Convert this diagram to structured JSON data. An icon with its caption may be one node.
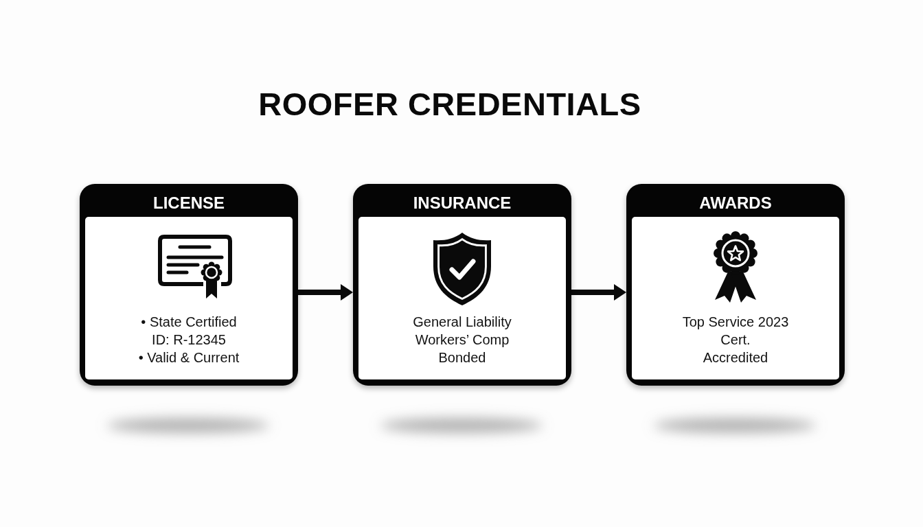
{
  "diagram": {
    "title": "ROOFER CREDENTIALS",
    "nodes": [
      {
        "text": [
          "LICENSE",
          "• State Certified",
          "ID: R-12345",
          "• Valid & Current"
        ]
      },
      {
        "text": [
          "INSURANCE",
          "General Liability",
          "Workers’ Comp",
          "Bonded"
        ]
      },
      {
        "text": [
          "AWARDS",
          "Top Service 2023",
          "Cert.",
          "Accredited"
        ]
      }
    ],
    "edges": [
      {
        "from": 0,
        "to": 1,
        "arrow": "to"
      },
      {
        "from": 1,
        "to": 2,
        "arrow": "to"
      }
    ]
  }
}
